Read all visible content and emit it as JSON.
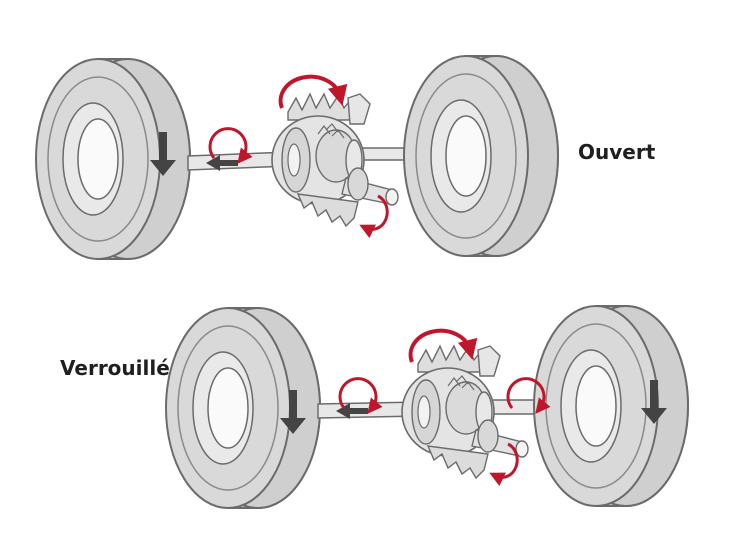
{
  "diagram": {
    "assemblies": [
      {
        "id": "open",
        "label": "Ouvert",
        "left_wheel_arrow": "down-arrow-icon",
        "right_wheel_arrow": "",
        "axle_arrow": "left-arrow-icon"
      },
      {
        "id": "locked",
        "label": "Verrouillé",
        "left_wheel_arrow": "down-arrow-icon",
        "right_wheel_arrow": "down-arrow-icon",
        "axle_arrow": "left-arrow-icon"
      }
    ],
    "colors": {
      "tire": "#d4d4d4",
      "tire_stroke": "#6b6b6b",
      "rim": "#e9e9e9",
      "hub": "#fafafa",
      "rotation_arrow": "#c0162c",
      "direction_arrow": "#444444",
      "gear": "#e0e0e0"
    }
  }
}
